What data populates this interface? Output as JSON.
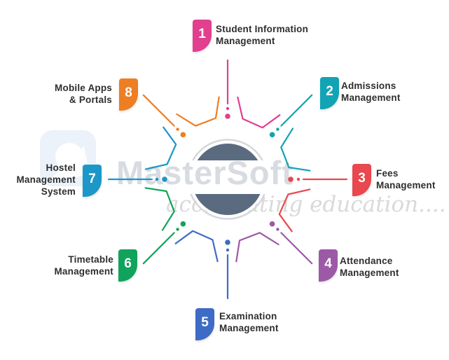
{
  "watermark": {
    "brand": "MasterSoft",
    "tagline": "accelerating education....",
    "brand_color": "#d8dbe1",
    "tagline_color": "#d9d9d9",
    "logo_color": "#ebf2fa"
  },
  "center": {
    "circle_fill": "#5a6b80",
    "ring_color": "#d5d8db"
  },
  "items": [
    {
      "number": "1",
      "label": "Student Information\nManagement",
      "color": "#e23f8e"
    },
    {
      "number": "2",
      "label": "Admissions\nManagement",
      "color": "#12a3b4"
    },
    {
      "number": "3",
      "label": "Fees\nManagement",
      "color": "#e8484e"
    },
    {
      "number": "4",
      "label": "Attendance\nManagement",
      "color": "#9c5aa6"
    },
    {
      "number": "5",
      "label": "Examination\nManagement",
      "color": "#3e6bc5"
    },
    {
      "number": "6",
      "label": "Timetable\nManagement",
      "color": "#10a35b"
    },
    {
      "number": "7",
      "label": "Hostel\nManagement\nSystem",
      "color": "#1b97c8"
    },
    {
      "number": "8",
      "label": "Mobile Apps\n& Portals",
      "color": "#ee7e24"
    }
  ]
}
